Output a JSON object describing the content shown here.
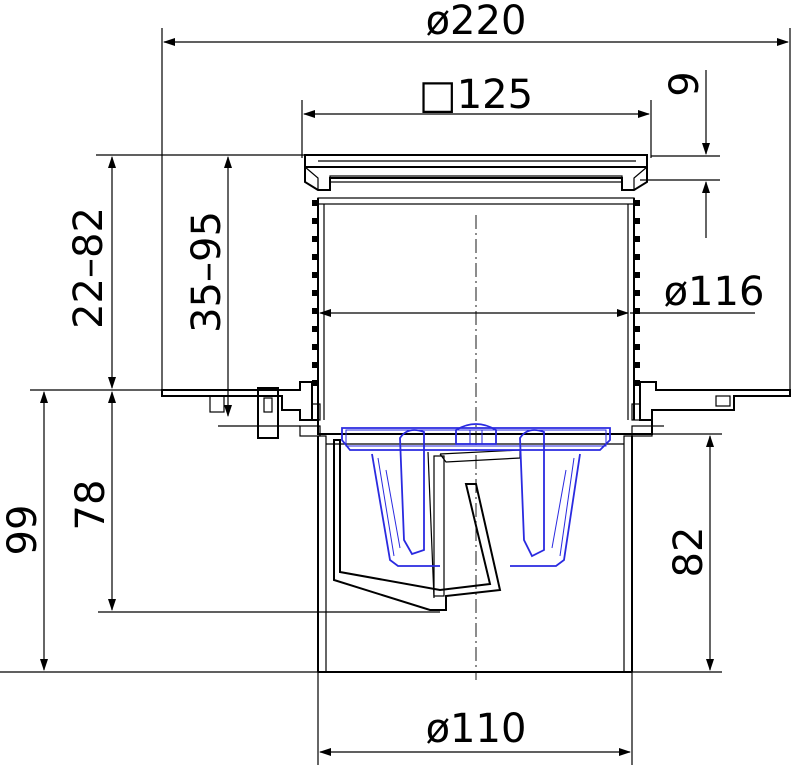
{
  "dimensions": {
    "outer_flange_diameter": "ø220",
    "grate_size": "□125",
    "grate_thickness": "9",
    "adjustable_height_a": "22–82",
    "adjustable_height_b": "35–95",
    "riser_diameter": "ø116",
    "outlet_diameter": "ø110",
    "total_height": "99",
    "trap_height": "78",
    "outlet_height": "82"
  },
  "colors": {
    "line": "#000000",
    "trap_insert": "#2a2ae0",
    "background": "#ffffff"
  }
}
